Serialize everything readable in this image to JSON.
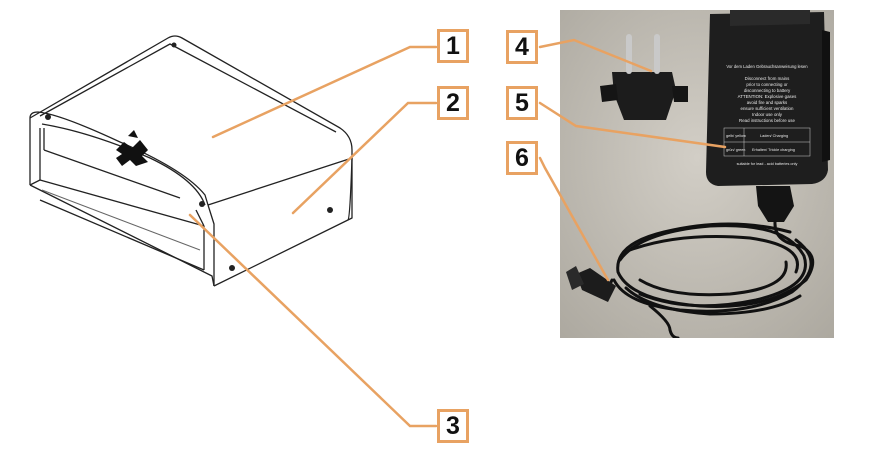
{
  "colors": {
    "callout_border": "#E8A262",
    "leader_line": "#E8A262",
    "photo_background": "#c4c0b8",
    "adapter_black": "#1a1a1a"
  },
  "callouts": {
    "c1": "1",
    "c2": "2",
    "c3": "3",
    "c4": "4",
    "c5": "5",
    "c6": "6"
  },
  "adapter_label": {
    "line1": "Vor dem Laden Gebrauchsanweisung lesen",
    "line2": "Disconnect from mains",
    "line3": "prior to connecting or",
    "line4": "disconnecting to battery",
    "line5": "ATTENTION: Explosive gases",
    "line6": "avoid fire and sparks",
    "line7": "ensure sufficient ventilation",
    "line8": "Indoor use only",
    "line9": "Read instructions before use",
    "row1_left": "gelb/ yellow",
    "row1_right": "Laden/ Charging",
    "row2_left": "grün/ green",
    "row2_right": "Erhalten/ Trickle charging",
    "footer": "suitable for lead - acid batteries only"
  }
}
